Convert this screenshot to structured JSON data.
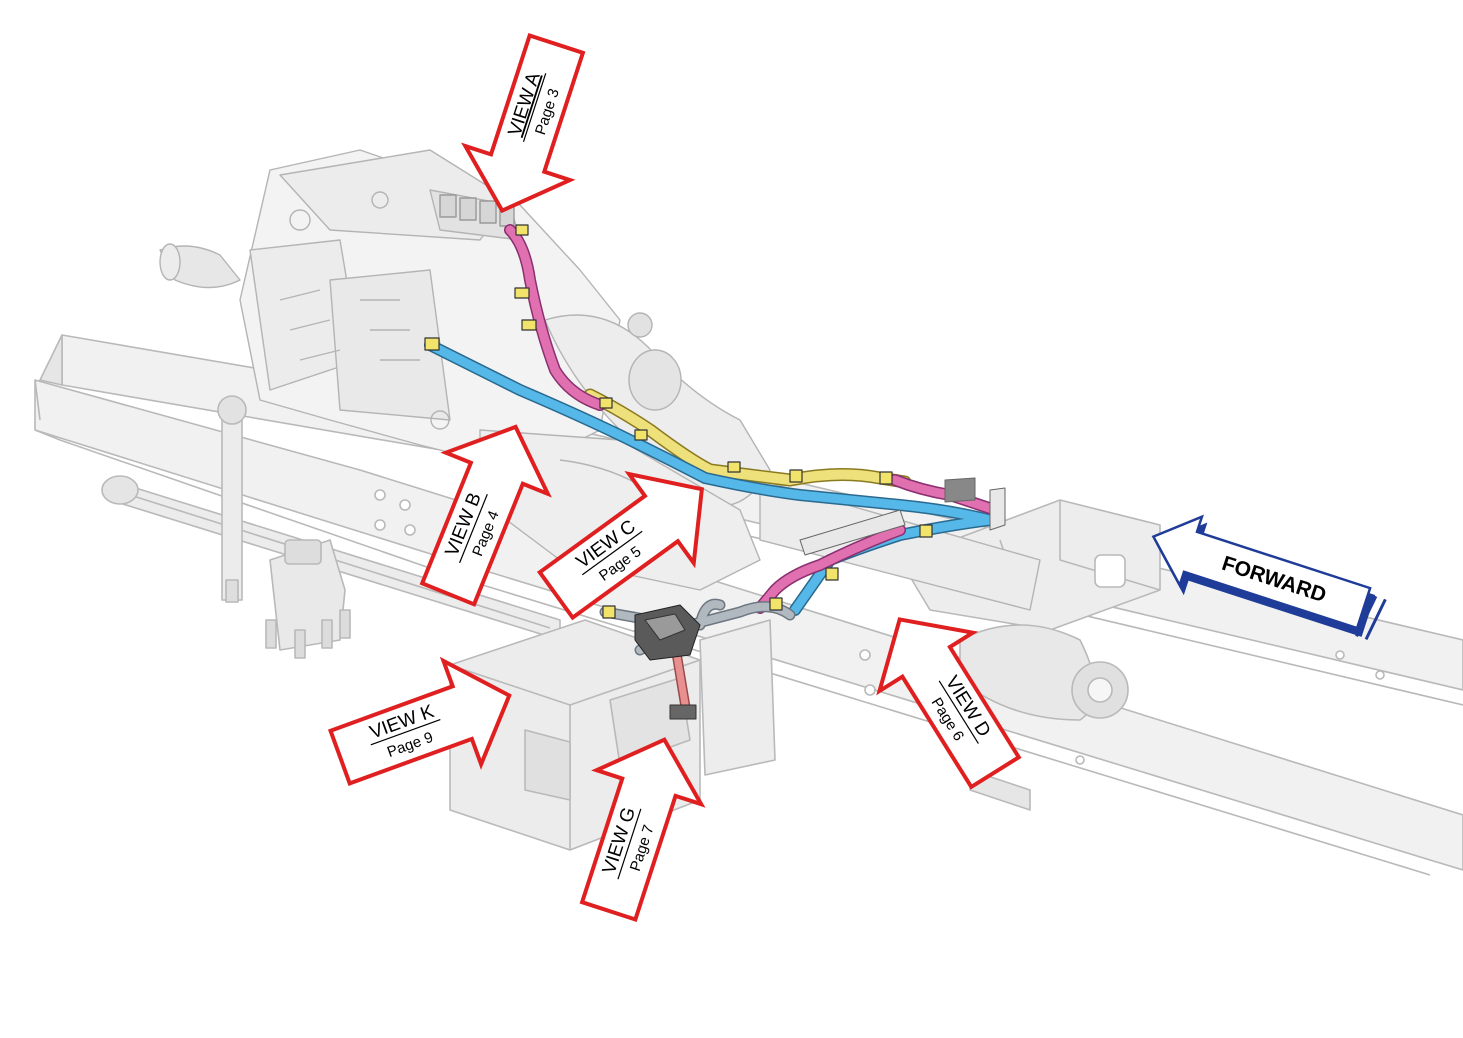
{
  "diagram": {
    "callouts": [
      {
        "id": "a",
        "view": "VIEW A",
        "page": "Page 3"
      },
      {
        "id": "b",
        "view": "VIEW B",
        "page": "Page 4"
      },
      {
        "id": "c",
        "view": "VIEW C",
        "page": "Page 5"
      },
      {
        "id": "d",
        "view": "VIEW D",
        "page": "Page 6"
      },
      {
        "id": "g",
        "view": "VIEW G",
        "page": "Page 7"
      },
      {
        "id": "k",
        "view": "VIEW K",
        "page": "Page 9"
      }
    ],
    "direction": {
      "label": "FORWARD"
    },
    "colors": {
      "callout_outline": "#e02020",
      "forward_arrow": "#1f3c99",
      "harness_pink": "#e070b0",
      "harness_blue": "#55b8e8",
      "harness_yellow": "#eee07a",
      "frame_line": "#b9b9b9",
      "frame_fill": "#f1f1f1"
    }
  }
}
